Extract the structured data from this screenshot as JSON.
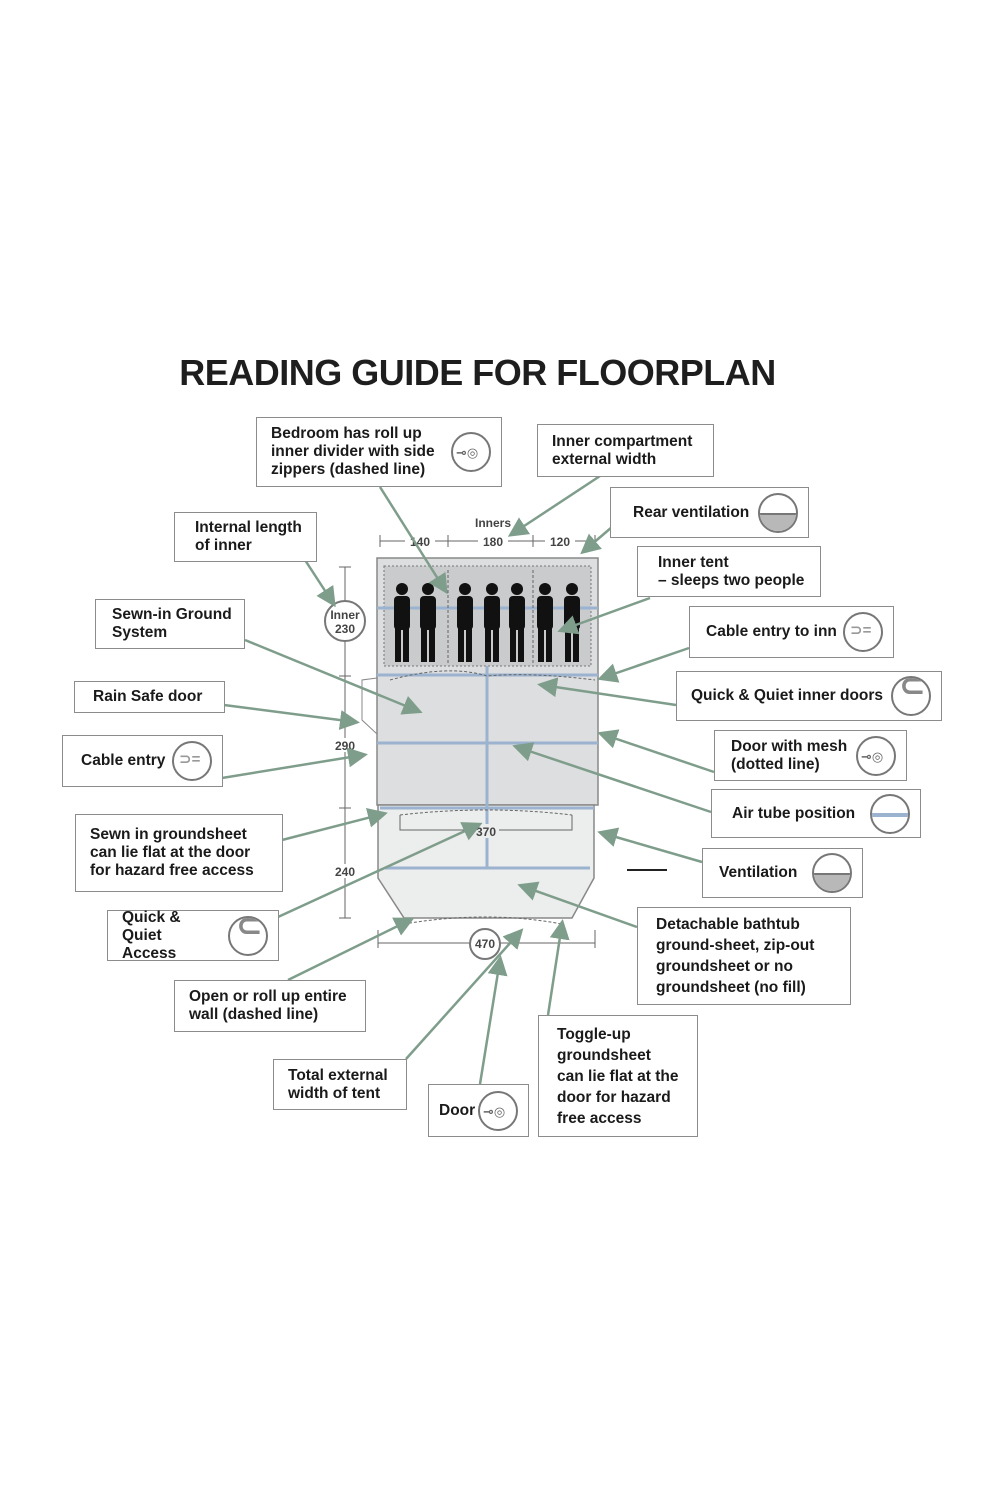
{
  "title": "READING GUIDE FOR FLOORPLAN",
  "labels": {
    "bedroom": "Bedroom has roll up\ninner divider with side\nzippers (dashed line)",
    "inner_width": "Inner compartment\nexternal width",
    "rear_vent": "Rear ventilation",
    "internal_length": "Internal length\nof inner",
    "inner_tent": "Inner tent\n– sleeps two people",
    "sewn_ground": "Sewn-in Ground\nSystem",
    "cable_inner": "Cable entry to inn",
    "rain_safe": "Rain Safe door",
    "qq_inner": "Quick & Quiet inner doors",
    "cable_entry": "Cable entry",
    "door_mesh": "Door with mesh\n(dotted line)",
    "air_tube": "Air tube position",
    "sewn_flat": "Sewn in groundsheet\ncan lie flat at the door\nfor hazard free access",
    "ventilation": "Ventilation",
    "qq_access": "Quick & Quiet\nAccess",
    "detachable": "Detachable bathtub\nground-sheet, zip-out\ngroundsheet or no\ngroundsheet (no fill)",
    "open_wall": "Open or roll up entire\nwall (dashed line)",
    "toggle": "Toggle-up\ngroundsheet\ncan lie flat at the\ndoor for hazard\nfree access",
    "total_width": "Total external\nwidth of tent",
    "door": "Door"
  },
  "dimensions": {
    "inners": "Inners",
    "w1": "140",
    "w2": "180",
    "w3": "120",
    "inner_label": "Inner",
    "inner_len": "230",
    "len1": "290",
    "len2": "240",
    "porch": "370",
    "total": "470"
  },
  "colors": {
    "arrow": "#7f9d8b",
    "tube": "#9bb3cf",
    "floor": "#dcdee0",
    "porch": "#eceded",
    "bedroom": "#c9cbcd"
  }
}
